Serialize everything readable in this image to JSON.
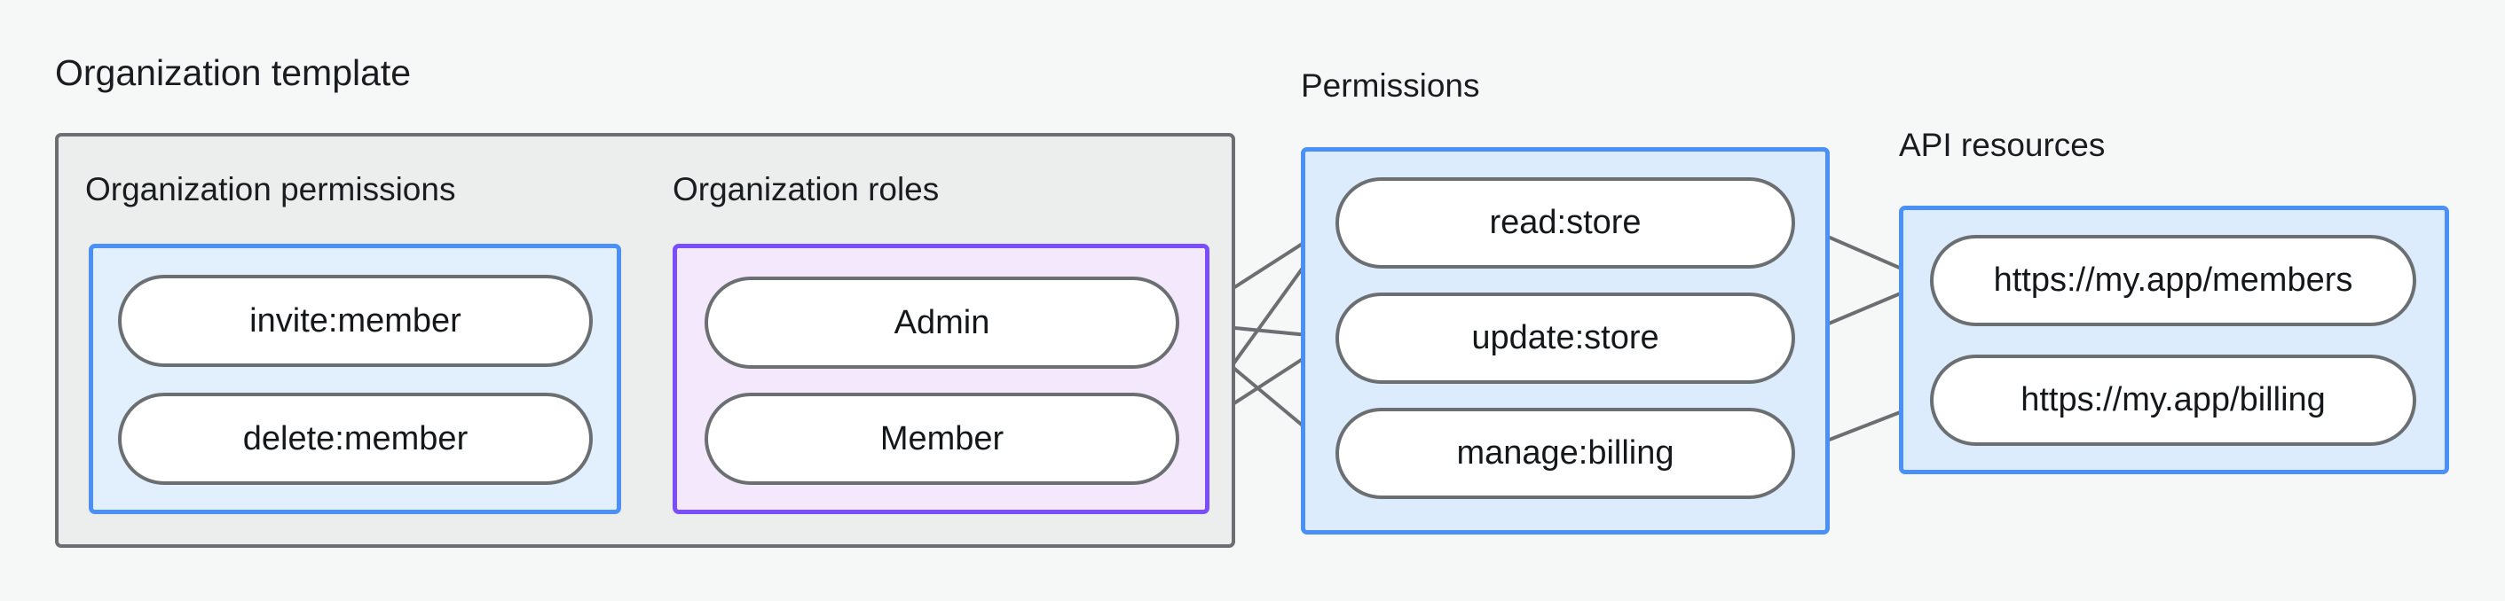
{
  "diagram": {
    "title": "Organization template",
    "background_color": "#f6f7f7",
    "groups": {
      "org_template": {
        "label": "Organization template",
        "border_color": "#6b6f72",
        "fill_color": "#eceeed",
        "subgroups": {
          "org_permissions": {
            "label": "Organization permissions",
            "border_color": "#4a90f7",
            "fill_color": "#e2f0fd",
            "nodes": [
              {
                "id": "invite-member",
                "label": "invite:member"
              },
              {
                "id": "delete-member",
                "label": "delete:member"
              }
            ]
          },
          "org_roles": {
            "label": "Organization roles",
            "border_color": "#7c4dff",
            "fill_color": "#f4e9fc",
            "nodes": [
              {
                "id": "admin",
                "label": "Admin"
              },
              {
                "id": "member",
                "label": "Member"
              }
            ]
          }
        }
      },
      "permissions": {
        "label": "Permissions",
        "border_color": "#4a90f7",
        "fill_color": "#dcecfd",
        "nodes": [
          {
            "id": "read-store",
            "label": "read:store"
          },
          {
            "id": "update-store",
            "label": "update:store"
          },
          {
            "id": "manage-billing",
            "label": "manage:billing"
          }
        ]
      },
      "api_resources": {
        "label": "API resources",
        "border_color": "#4a90f7",
        "fill_color": "#dcecfd",
        "nodes": [
          {
            "id": "members-url",
            "label": "https://my.app/members"
          },
          {
            "id": "billing-url",
            "label": "https://my.app/billing"
          }
        ]
      }
    },
    "edges": [
      {
        "from": "invite-member",
        "to": "admin"
      },
      {
        "from": "invite-member",
        "to": "member"
      },
      {
        "from": "delete-member",
        "to": "member"
      },
      {
        "from": "admin",
        "to": "read-store"
      },
      {
        "from": "admin",
        "to": "update-store"
      },
      {
        "from": "admin",
        "to": "manage-billing"
      },
      {
        "from": "member",
        "to": "read-store"
      },
      {
        "from": "member",
        "to": "update-store"
      },
      {
        "from": "read-store",
        "to": "members-url"
      },
      {
        "from": "update-store",
        "to": "members-url"
      },
      {
        "from": "manage-billing",
        "to": "billing-url"
      }
    ],
    "edge_color": "#6b6f72"
  }
}
